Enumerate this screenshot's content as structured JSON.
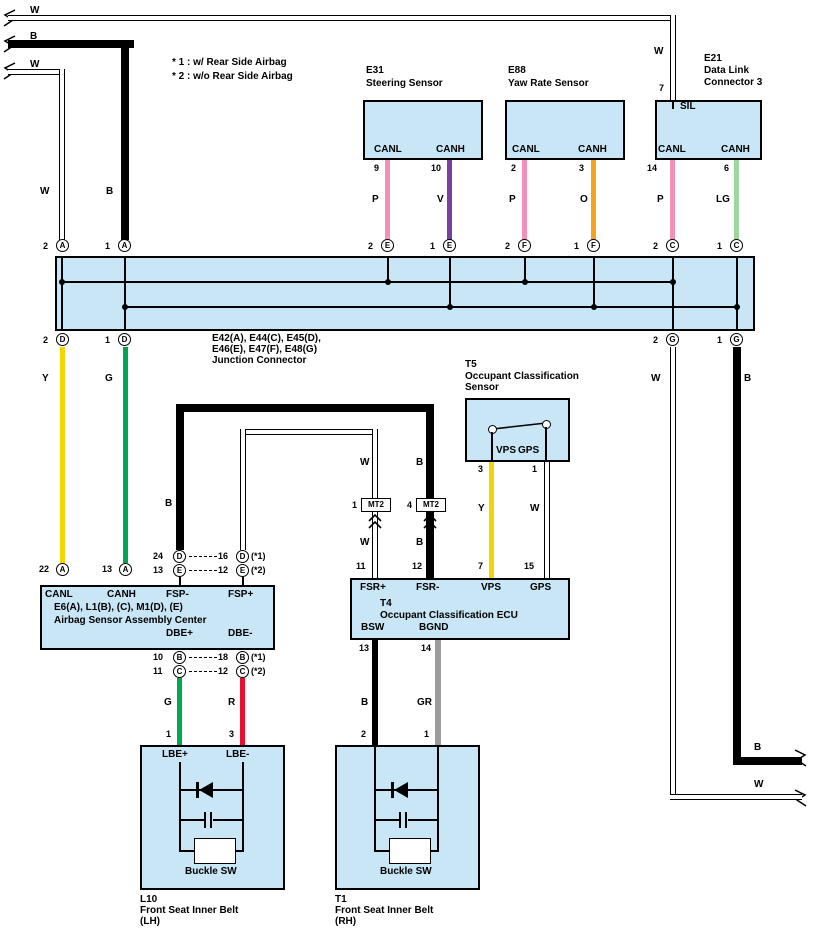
{
  "colors": {
    "box_fill": "#c8e6f5",
    "pink": "#f48fb8",
    "violet": "#7b3fa0",
    "orange": "#f5a422",
    "light_green": "#9cd69c",
    "yellow": "#f2d600",
    "green": "#00a651",
    "red": "#e8112d",
    "gray": "#9c9c9c",
    "black": "#000000",
    "white": "#ffffff"
  },
  "d": {
    "notes": [
      "* 1 : w/ Rear Side Airbag",
      "* 2 : w/o Rear Side Airbag"
    ],
    "wire_colors": {
      "w": "W",
      "b": "B",
      "p": "P",
      "v": "V",
      "o": "O",
      "lg": "LG",
      "y": "Y",
      "g": "G",
      "r": "R",
      "gr": "GR"
    },
    "e31": {
      "id": "E31",
      "name": "Steering Sensor",
      "canl": "CANL",
      "canh": "CANH",
      "pin_canl": "9",
      "pin_canh": "10"
    },
    "e88": {
      "id": "E88",
      "name": "Yaw Rate Sensor",
      "canl": "CANL",
      "canh": "CANH",
      "pin_canl": "2",
      "pin_canh": "3"
    },
    "e21": {
      "id": "E21",
      "name_line1": "Data Link",
      "name_line2": "Connector 3",
      "sil": "SIL",
      "pin_sil": "7",
      "canl": "CANL",
      "canh": "CANH",
      "pin_canl": "14",
      "pin_canh": "6"
    },
    "junction": {
      "label_line1": "E42(A), E44(C), E45(D),",
      "label_line2": "E46(E), E47(F), E48(G)",
      "label_line3": "Junction Connector",
      "top_pins": [
        {
          "num": "2",
          "letter": "A"
        },
        {
          "num": "1",
          "letter": "A"
        },
        {
          "num": "2",
          "letter": "E"
        },
        {
          "num": "1",
          "letter": "E"
        },
        {
          "num": "2",
          "letter": "F"
        },
        {
          "num": "1",
          "letter": "F"
        },
        {
          "num": "2",
          "letter": "C"
        },
        {
          "num": "1",
          "letter": "C"
        }
      ],
      "bottom_pins": [
        {
          "num": "2",
          "letter": "D"
        },
        {
          "num": "1",
          "letter": "D"
        },
        {
          "num": "2",
          "letter": "G"
        },
        {
          "num": "1",
          "letter": "G"
        }
      ]
    },
    "t5": {
      "id": "T5",
      "name_line1": "Occupant Classification",
      "name_line2": "Sensor",
      "vps": "VPS",
      "gps": "GPS",
      "pin_vps": "3",
      "pin_gps": "1"
    },
    "t4": {
      "id": "T4",
      "name": "Occupant Classification ECU",
      "fsr_plus": "FSR+",
      "fsr_minus": "FSR-",
      "vps": "VPS",
      "gps": "GPS",
      "pin_fsr_plus": "11",
      "pin_fsr_minus": "12",
      "pin_vps": "7",
      "pin_gps": "15",
      "bsw": "BSW",
      "bgnd": "BGND",
      "pin_bsw": "13",
      "pin_bgnd": "14"
    },
    "mt2": {
      "label": "MT2",
      "pin_left": "1",
      "pin_right": "4"
    },
    "airbag": {
      "title_line1": "E6(A), L1(B), (C), M1(D), (E)",
      "title_line2": "Airbag Sensor Assembly Center",
      "canl": "CANL",
      "canh": "CANH",
      "fsp_minus": "FSP-",
      "fsp_plus": "FSP+",
      "dbe_plus": "DBE+",
      "dbe_minus": "DBE-",
      "pin_canl": {
        "num": "22",
        "letter": "A"
      },
      "pin_canh": {
        "num": "13",
        "letter": "A"
      },
      "fsp_rows": [
        {
          "lnum": "24",
          "lletter": "D",
          "rnum": "16",
          "rletter": "D",
          "suffix": "(*1)"
        },
        {
          "lnum": "13",
          "lletter": "E",
          "rnum": "12",
          "rletter": "E",
          "suffix": "(*2)"
        }
      ],
      "dbe_rows": [
        {
          "lnum": "10",
          "lletter": "B",
          "rnum": "18",
          "rletter": "B",
          "suffix": "(*1)"
        },
        {
          "lnum": "11",
          "lletter": "C",
          "rnum": "12",
          "rletter": "C",
          "suffix": "(*2)"
        }
      ]
    },
    "l10": {
      "id": "L10",
      "name": "Front Seat Inner Belt",
      "side": "(LH)",
      "lbe_plus": "LBE+",
      "lbe_minus": "LBE-",
      "pin_left": "1",
      "pin_right": "3",
      "buckle": "Buckle SW"
    },
    "t1": {
      "id": "T1",
      "name": "Front Seat Inner Belt",
      "side": "(RH)",
      "pin_left": "2",
      "pin_right": "1",
      "buckle": "Buckle SW"
    }
  }
}
